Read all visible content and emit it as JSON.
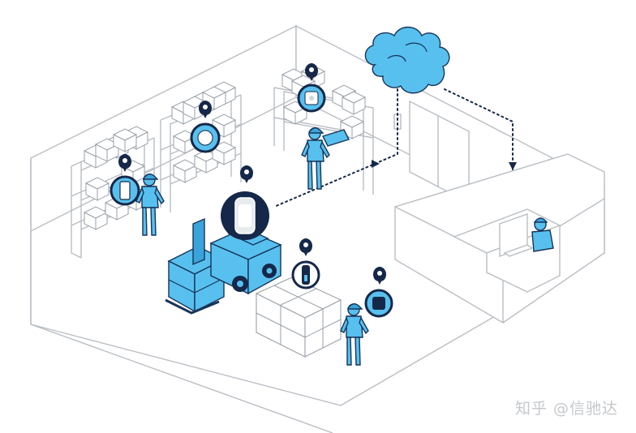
{
  "watermark": "知乎 @信驰达",
  "colors": {
    "device_blue": "#58c0ee",
    "navy": "#15284a",
    "wall_line": "#b9bec4"
  },
  "scene": {
    "elements": [
      "warehouse-walls",
      "shelving-units",
      "cloud",
      "office-room",
      "office-worker",
      "forklift",
      "worker-left",
      "worker-center",
      "worker-front",
      "box-stack",
      "data-flow-lines"
    ],
    "sensors": [
      {
        "name": "phone-tag",
        "icon": "phone-icon"
      },
      {
        "name": "round-beacon",
        "icon": "beacon-icon"
      },
      {
        "name": "square-beacon",
        "icon": "square-beacon-icon"
      },
      {
        "name": "rugged-tracker",
        "icon": "tracker-icon"
      },
      {
        "name": "badge-tag",
        "icon": "badge-icon"
      },
      {
        "name": "wristband-tag",
        "icon": "wristband-icon"
      }
    ]
  }
}
